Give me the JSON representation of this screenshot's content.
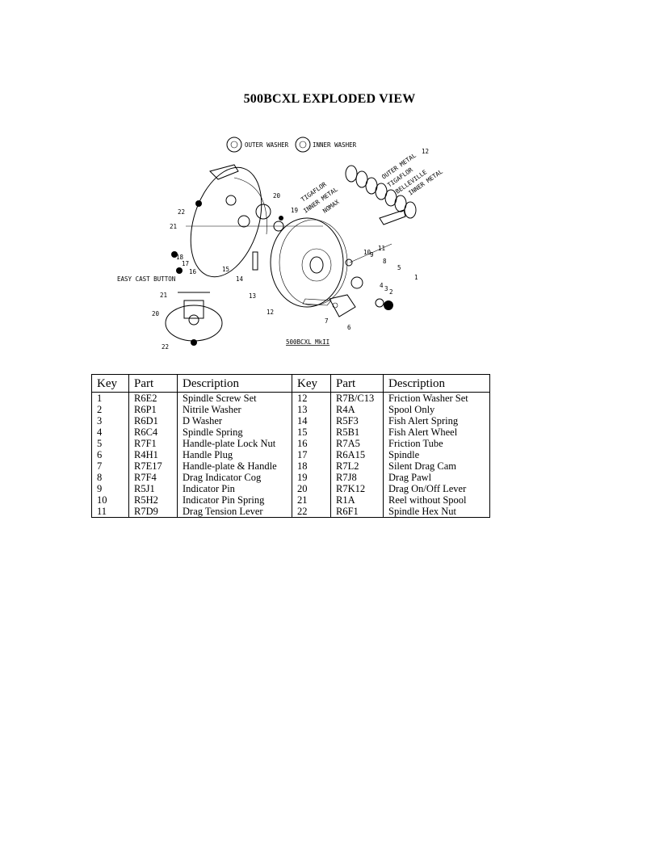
{
  "document": {
    "title": "500BCXL EXPLODED VIEW"
  },
  "diagram": {
    "model_label": "500BCXL  MkII",
    "legend": {
      "outer_washer": "OUTER WASHER",
      "inner_washer": "INNER WASHER"
    },
    "washer_labels": [
      "TIGAFLOR",
      "INNER METAL",
      "NOMAX",
      "OUTER METAL",
      "TIGAFLOR",
      "BELLEVILLE",
      "INNER METAL"
    ],
    "easy_cast_label": "EASY CAST BUTTON",
    "callouts": [
      "1",
      "2",
      "3",
      "4",
      "5",
      "6",
      "7",
      "8",
      "9",
      "10",
      "11",
      "12",
      "13",
      "14",
      "15",
      "16",
      "17",
      "18",
      "19",
      "20",
      "21",
      "22",
      "12",
      "20",
      "21",
      "22"
    ]
  },
  "parts_table": {
    "headers": [
      "Key",
      "Part",
      "Description",
      "Key",
      "Part",
      "Description"
    ],
    "rows": [
      [
        "1",
        "R6E2",
        "Spindle Screw Set",
        "12",
        "R7B/C13",
        "Friction Washer Set"
      ],
      [
        "2",
        "R6P1",
        "Nitrile Washer",
        "13",
        "R4A",
        "Spool Only"
      ],
      [
        "3",
        "R6D1",
        "D Washer",
        "14",
        "R5F3",
        "Fish Alert Spring"
      ],
      [
        "4",
        "R6C4",
        "Spindle Spring",
        "15",
        "R5B1",
        "Fish Alert Wheel"
      ],
      [
        "5",
        "R7F1",
        "Handle-plate Lock Nut",
        "16",
        "R7A5",
        "Friction Tube"
      ],
      [
        "6",
        "R4H1",
        "Handle Plug",
        "17",
        "R6A15",
        "Spindle"
      ],
      [
        "7",
        "R7E17",
        "Handle-plate & Handle",
        "18",
        "R7L2",
        "Silent Drag Cam"
      ],
      [
        "8",
        "R7F4",
        "Drag Indicator Cog",
        "19",
        "R7J8",
        "Drag Pawl"
      ],
      [
        "9",
        "R5J1",
        "Indicator Pin",
        "20",
        "R7K12",
        "Drag On/Off Lever"
      ],
      [
        "10",
        "R5H2",
        "Indicator Pin Spring",
        "21",
        "R1A",
        "Reel without Spool"
      ],
      [
        "11",
        "R7D9",
        "Drag Tension Lever",
        "22",
        "R6F1",
        "Spindle Hex Nut"
      ]
    ]
  }
}
